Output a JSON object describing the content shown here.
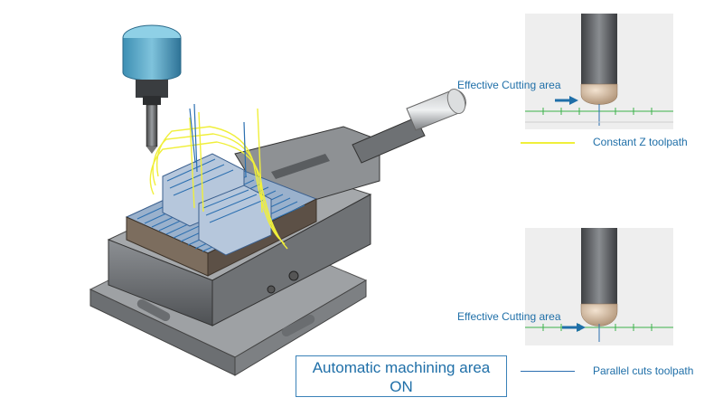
{
  "labels": {
    "effective_cutting_top": "Effective Cutting area",
    "effective_cutting_bottom": "Effective Cutting area",
    "constant_z": "Constant Z toolpath",
    "parallel_cuts": "Parallel cuts toolpath"
  },
  "status": {
    "line1": "Automatic machining area",
    "line2": "ON"
  },
  "colors": {
    "label_blue": "#1f6fa8",
    "constant_z_yellow": "#f0ef3a",
    "parallel_blue": "#2b6fb0",
    "axis_green": "#3cb34a",
    "tool_gray": "#5f6266",
    "bronze_tip": "#cdb39a"
  }
}
